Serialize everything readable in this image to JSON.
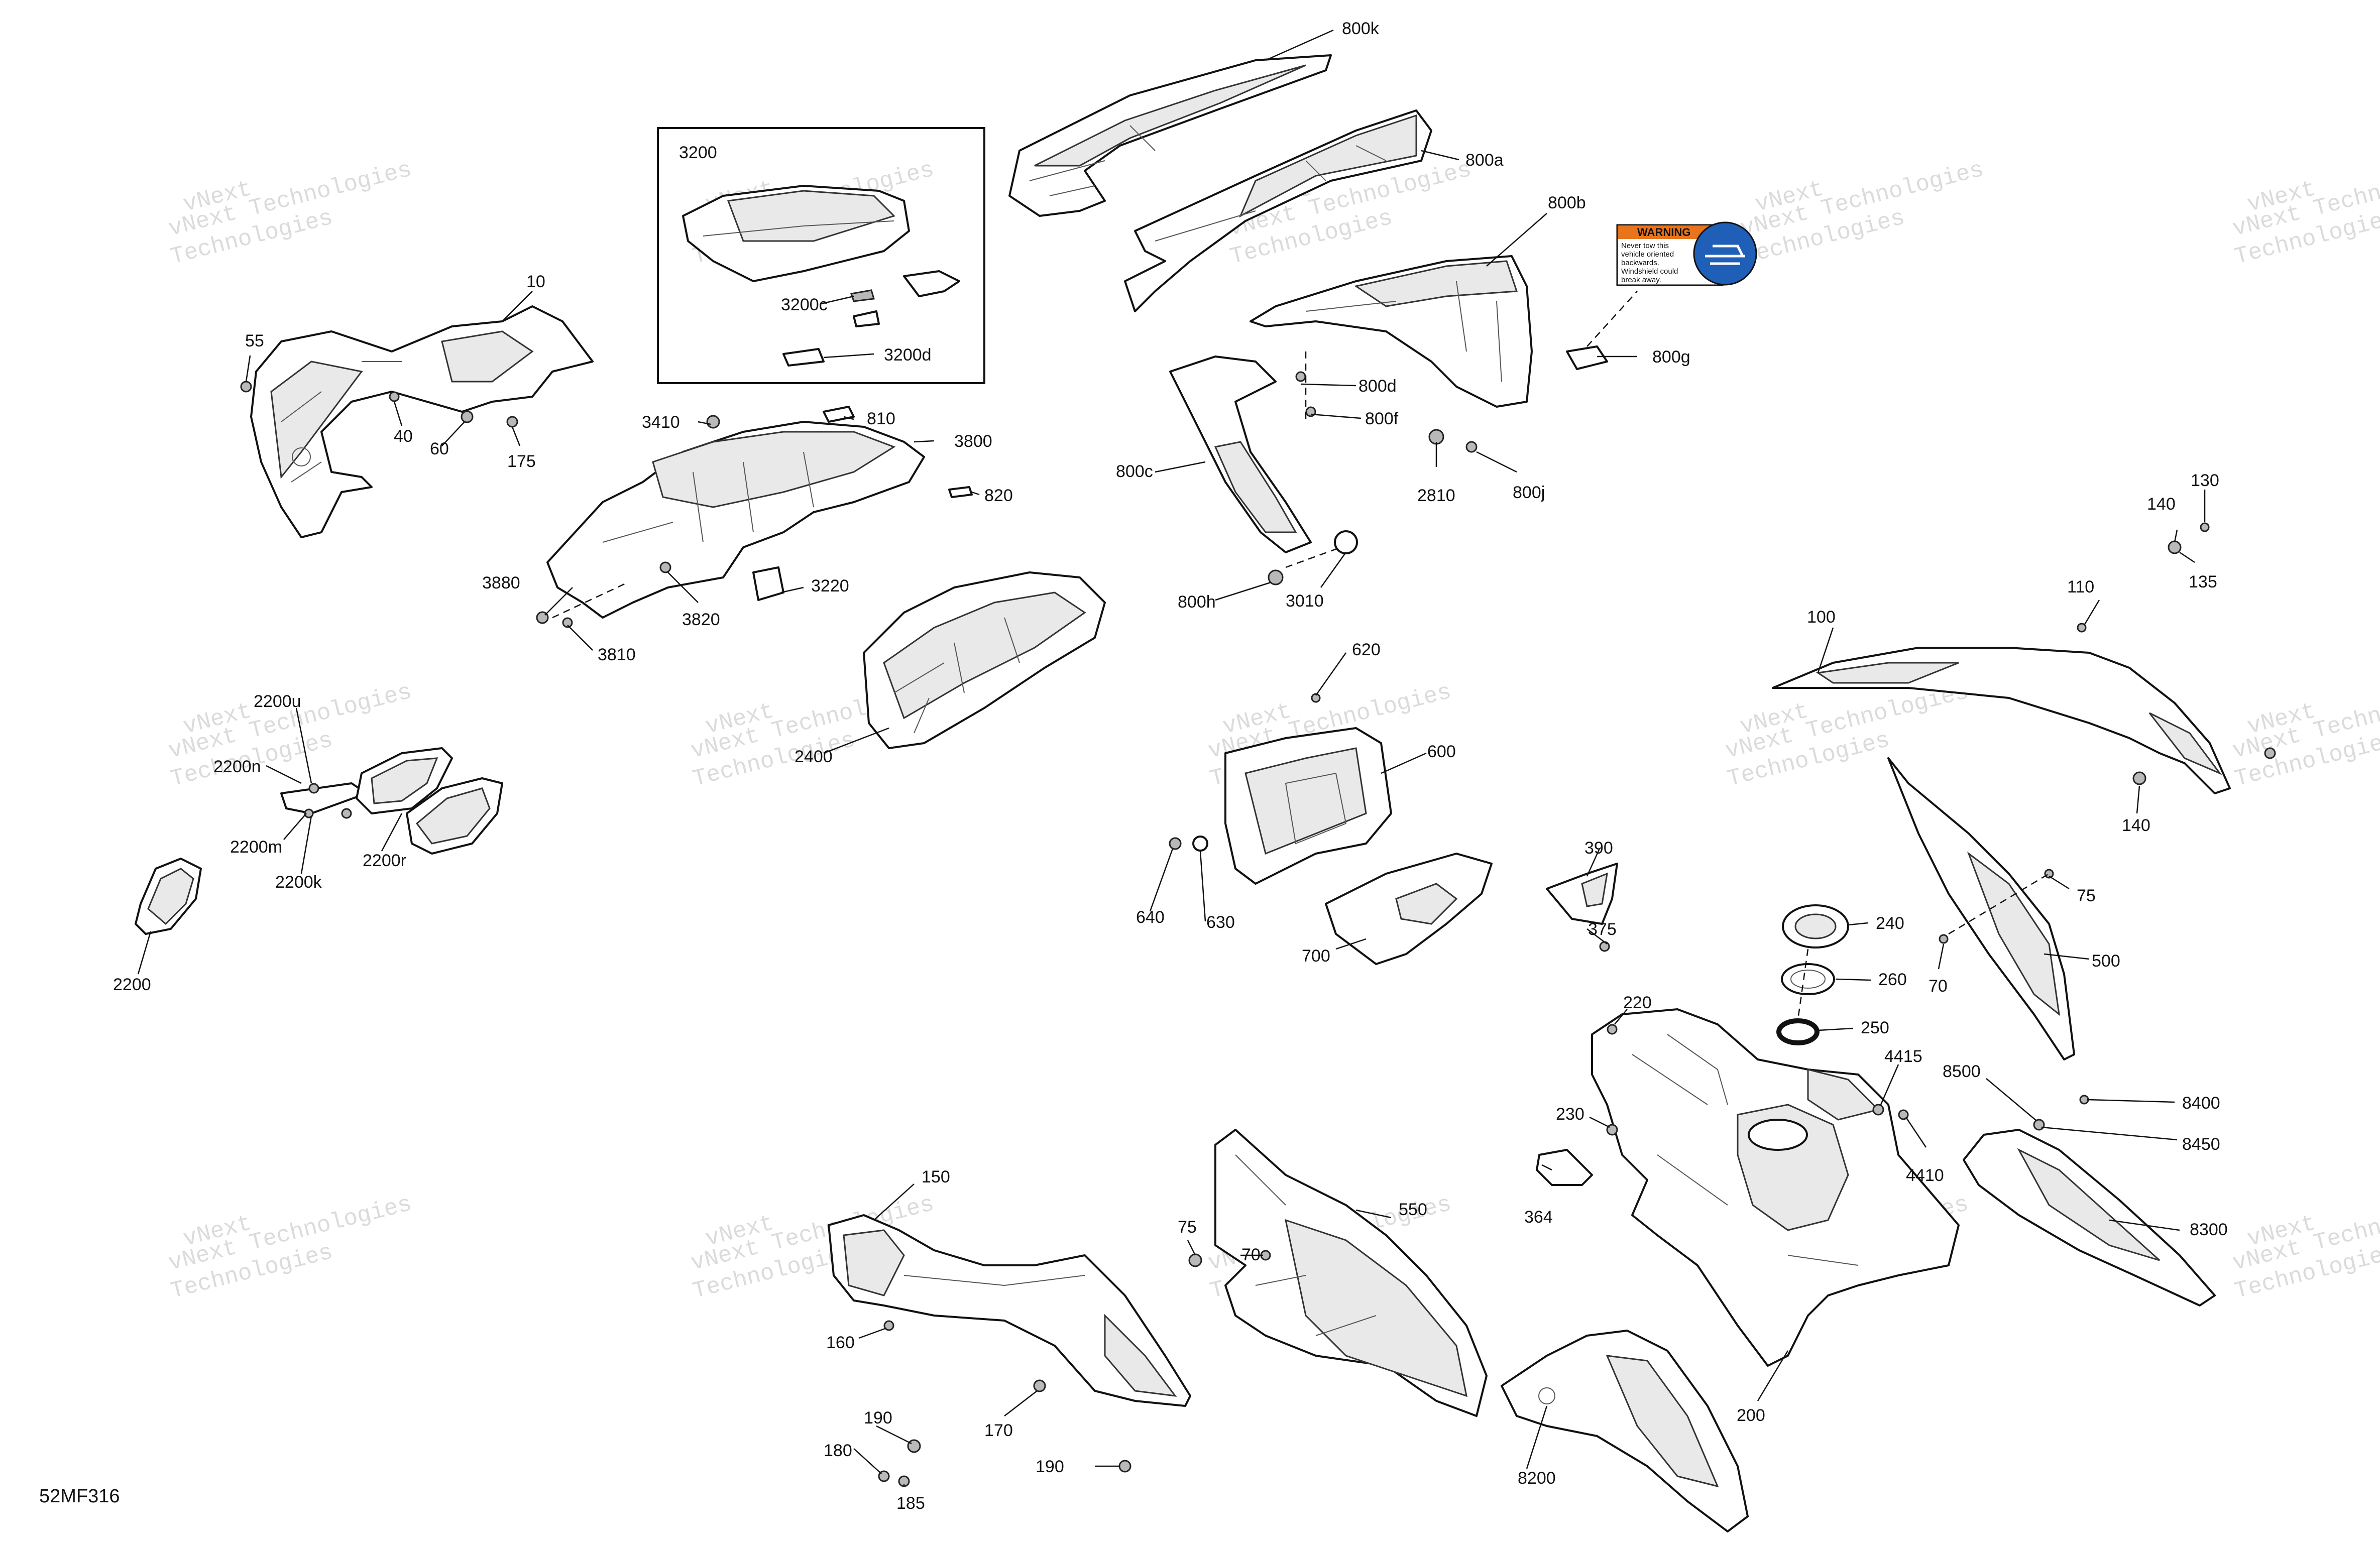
{
  "figure_id": "52MF316",
  "watermark": {
    "line1": "vNext",
    "line2": "Technologies",
    "line3": "vNext Technologies"
  },
  "decal": {
    "title": "WARNING",
    "lines": [
      "Never tow this",
      "vehicle oriented",
      "backwards.",
      "Windshield could",
      "break away."
    ]
  },
  "callouts": [
    {
      "id": "800k",
      "text": "800k"
    },
    {
      "id": "800a",
      "text": "800a"
    },
    {
      "id": "800b",
      "text": "800b"
    },
    {
      "id": "800g",
      "text": "800g"
    },
    {
      "id": "800d",
      "text": "800d"
    },
    {
      "id": "800f",
      "text": "800f"
    },
    {
      "id": "2810",
      "text": "2810"
    },
    {
      "id": "800j",
      "text": "800j"
    },
    {
      "id": "800c",
      "text": "800c"
    },
    {
      "id": "800h",
      "text": "800h"
    },
    {
      "id": "3010",
      "text": "3010"
    },
    {
      "id": "3200",
      "text": "3200"
    },
    {
      "id": "3200c",
      "text": "3200c"
    },
    {
      "id": "3200d",
      "text": "3200d"
    },
    {
      "id": "10",
      "text": "10"
    },
    {
      "id": "55",
      "text": "55"
    },
    {
      "id": "40",
      "text": "40"
    },
    {
      "id": "60",
      "text": "60"
    },
    {
      "id": "175",
      "text": "175"
    },
    {
      "id": "3410",
      "text": "3410"
    },
    {
      "id": "810",
      "text": "810"
    },
    {
      "id": "3800",
      "text": "3800"
    },
    {
      "id": "820",
      "text": "820"
    },
    {
      "id": "3880",
      "text": "3880"
    },
    {
      "id": "3820",
      "text": "3820"
    },
    {
      "id": "3220",
      "text": "3220"
    },
    {
      "id": "3810",
      "text": "3810"
    },
    {
      "id": "2400",
      "text": "2400"
    },
    {
      "id": "2200u",
      "text": "2200u"
    },
    {
      "id": "2200n",
      "text": "2200n"
    },
    {
      "id": "2200m",
      "text": "2200m"
    },
    {
      "id": "2200k",
      "text": "2200k"
    },
    {
      "id": "2200r",
      "text": "2200r"
    },
    {
      "id": "2200",
      "text": "2200"
    },
    {
      "id": "620",
      "text": "620"
    },
    {
      "id": "600",
      "text": "600"
    },
    {
      "id": "640",
      "text": "640"
    },
    {
      "id": "630",
      "text": "630"
    },
    {
      "id": "700",
      "text": "700"
    },
    {
      "id": "390",
      "text": "390"
    },
    {
      "id": "375",
      "text": "375"
    },
    {
      "id": "140a",
      "text": "140"
    },
    {
      "id": "130",
      "text": "130"
    },
    {
      "id": "135",
      "text": "135"
    },
    {
      "id": "110",
      "text": "110"
    },
    {
      "id": "100",
      "text": "100"
    },
    {
      "id": "140b",
      "text": "140"
    },
    {
      "id": "75a",
      "text": "75"
    },
    {
      "id": "70a",
      "text": "70"
    },
    {
      "id": "500",
      "text": "500"
    },
    {
      "id": "240",
      "text": "240"
    },
    {
      "id": "260",
      "text": "260"
    },
    {
      "id": "250",
      "text": "250"
    },
    {
      "id": "220",
      "text": "220"
    },
    {
      "id": "4415",
      "text": "4415"
    },
    {
      "id": "4410",
      "text": "4410"
    },
    {
      "id": "8500",
      "text": "8500"
    },
    {
      "id": "8400",
      "text": "8400"
    },
    {
      "id": "8450",
      "text": "8450"
    },
    {
      "id": "230",
      "text": "230"
    },
    {
      "id": "364",
      "text": "364"
    },
    {
      "id": "8300",
      "text": "8300"
    },
    {
      "id": "200",
      "text": "200"
    },
    {
      "id": "8200",
      "text": "8200"
    },
    {
      "id": "550",
      "text": "550"
    },
    {
      "id": "75b",
      "text": "75"
    },
    {
      "id": "70b",
      "text": "70"
    },
    {
      "id": "150",
      "text": "150"
    },
    {
      "id": "160",
      "text": "160"
    },
    {
      "id": "170",
      "text": "170"
    },
    {
      "id": "190a",
      "text": "190"
    },
    {
      "id": "180",
      "text": "180"
    },
    {
      "id": "185",
      "text": "185"
    },
    {
      "id": "190b",
      "text": "190"
    }
  ]
}
